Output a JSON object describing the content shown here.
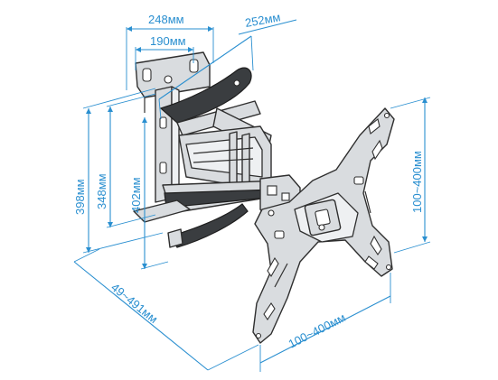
{
  "dimensions": {
    "wall_plate_width": "248мм",
    "wall_plate_hole_spacing": "190мм",
    "arm_bracket_width": "252мм",
    "height_1": "398мм",
    "height_2": "348мм",
    "height_3": "402мм",
    "extension_range": "49~491мм",
    "vesa_horizontal": "100~400мм",
    "vesa_vertical": "100~400мм"
  },
  "colors": {
    "dimension": "#2a8fd0",
    "outline": "#2f2f2f",
    "metal": "#d9dcdf",
    "dark_arm": "#3a3d40"
  }
}
